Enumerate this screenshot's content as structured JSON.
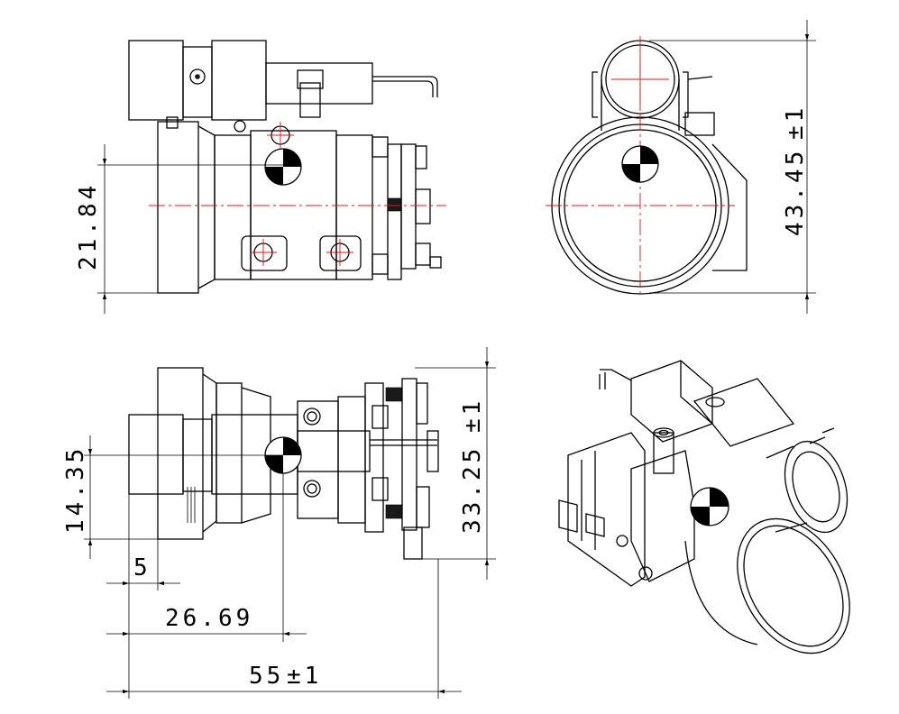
{
  "dimensions": {
    "left_height": "21.84",
    "right_height": "43.45",
    "right_height_tol": "±1",
    "bottom_left_height": "14.35",
    "bottom_right_height": "33.25",
    "bottom_right_tol": "±1",
    "small_offset": "5",
    "mid_length": "26.69",
    "total_length": "55",
    "total_length_tol": "±1"
  },
  "colors": {
    "line": "#000000",
    "centerline": "#e8130f",
    "background": "#ffffff"
  }
}
